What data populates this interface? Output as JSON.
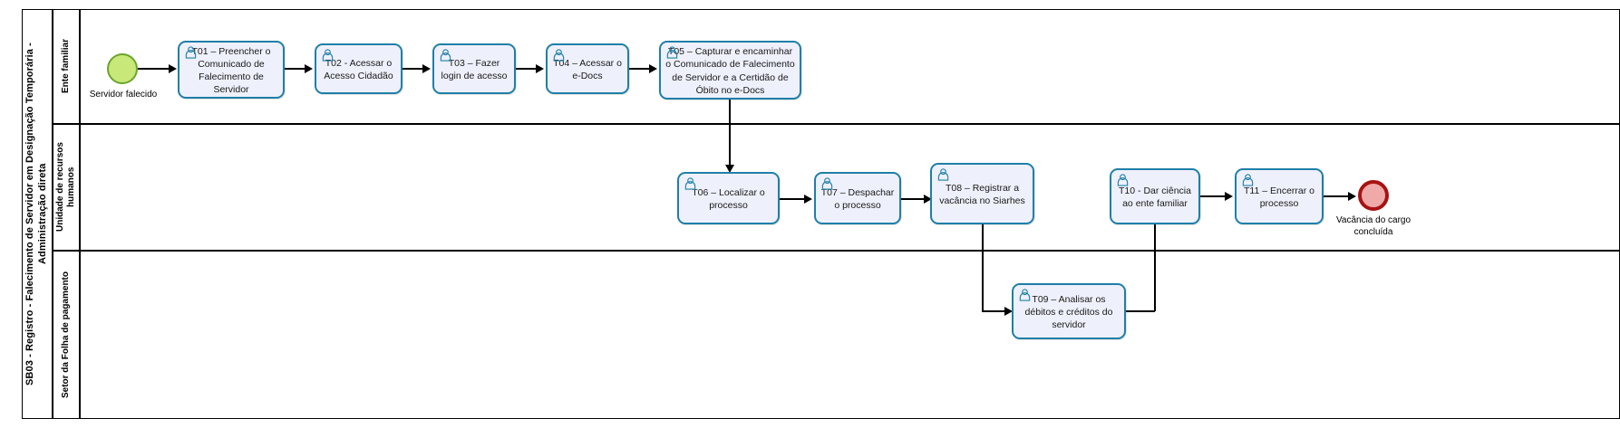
{
  "pool": {
    "title": "SB03 - Registro - Falecimento de Servidor em Designação Temporária - Administração direta"
  },
  "lanes": [
    {
      "id": "lane-ente-familiar",
      "label": "Ente familiar"
    },
    {
      "id": "lane-unidade-rh",
      "label": "Unidade de recursos humanos"
    },
    {
      "id": "lane-folha-pagamento",
      "label": "Setor da Folha de pagamento"
    }
  ],
  "events": [
    {
      "id": "start-event",
      "type": "start",
      "label": "Servidor falecido",
      "color": "#c8e87a",
      "border": "#6aa52b"
    },
    {
      "id": "end-event",
      "type": "end",
      "label": "Vacância do cargo concluída",
      "color": "#efa9a9",
      "border": "#a81212"
    }
  ],
  "tasks": [
    {
      "id": "task-t01",
      "label": "T01 – Preencher o Comunicado de Falecimento de Servidor",
      "lane": "lane-ente-familiar",
      "icon": "user-task-icon"
    },
    {
      "id": "task-t02",
      "label": "T02 - Acessar o Acesso Cidadão",
      "lane": "lane-ente-familiar",
      "icon": "user-task-icon"
    },
    {
      "id": "task-t03",
      "label": "T03 – Fazer login de acesso",
      "lane": "lane-ente-familiar",
      "icon": "user-task-icon"
    },
    {
      "id": "task-t04",
      "label": "T04 – Acessar o e-Docs",
      "lane": "lane-ente-familiar",
      "icon": "user-task-icon"
    },
    {
      "id": "task-t05",
      "label": "T05 – Capturar e encaminhar o Comunicado de Falecimento de Servidor e a Certidão de Óbito no e-Docs",
      "lane": "lane-ente-familiar",
      "icon": "user-task-icon"
    },
    {
      "id": "task-t06",
      "label": "T06 – Localizar o processo",
      "lane": "lane-unidade-rh",
      "icon": "user-task-icon"
    },
    {
      "id": "task-t07",
      "label": "T07 – Despachar o processo",
      "lane": "lane-unidade-rh",
      "icon": "user-task-icon"
    },
    {
      "id": "task-t08",
      "label": "T08 – Registrar a vacância no Siarhes",
      "lane": "lane-unidade-rh",
      "icon": "user-task-icon"
    },
    {
      "id": "task-t09",
      "label": "T09 – Analisar os débitos e créditos do servidor",
      "lane": "lane-folha-pagamento",
      "icon": "user-task-icon"
    },
    {
      "id": "task-t10",
      "label": "T10 - Dar ciência ao ente familiar",
      "lane": "lane-unidade-rh",
      "icon": "user-task-icon"
    },
    {
      "id": "task-t11",
      "label": "T11 – Encerrar o processo",
      "lane": "lane-unidade-rh",
      "icon": "user-task-icon"
    }
  ],
  "colors": {
    "task_fill": "#eef0fb",
    "task_border": "#1f7fa8",
    "start_fill": "#c8e87a",
    "end_fill": "#efa9a9",
    "flow_line": "#000000"
  }
}
